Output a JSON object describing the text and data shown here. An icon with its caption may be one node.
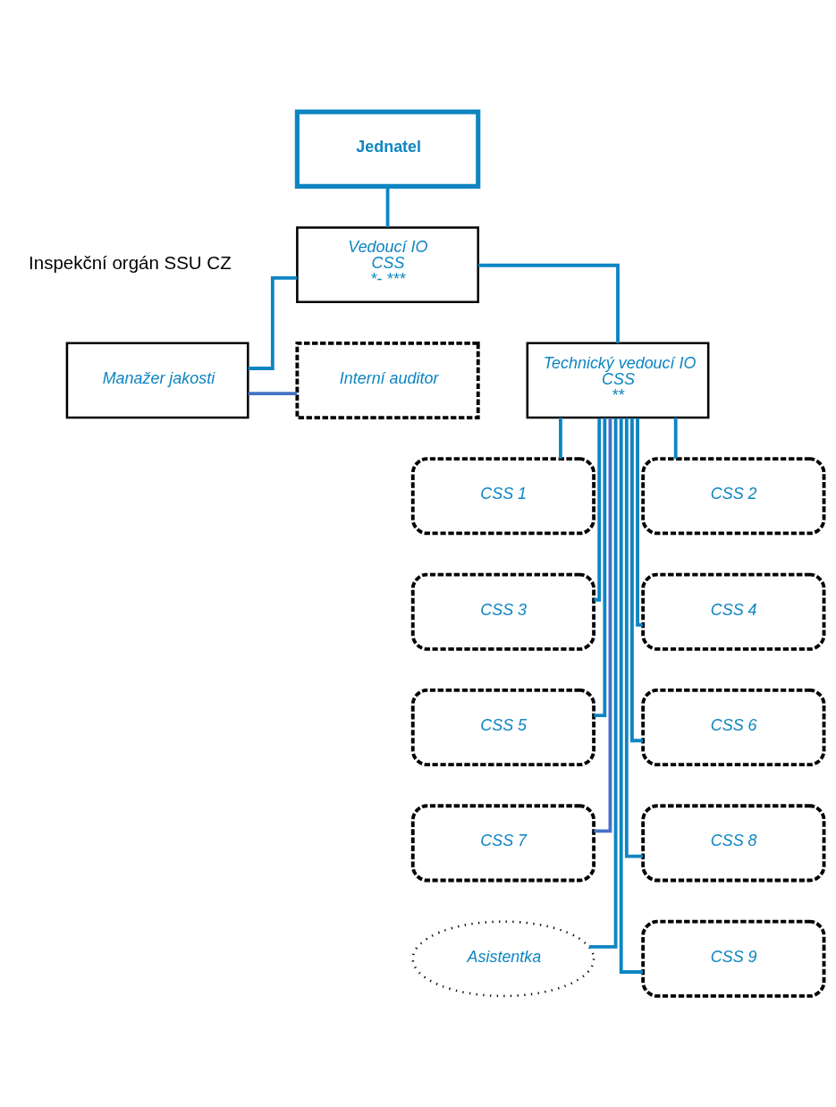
{
  "diagram": {
    "nodes": [
      {
        "text": [
          "Jednatel"
        ]
      },
      {
        "text": [
          "Vedoucí IO",
          "CSS",
          "*- ***"
        ]
      },
      {
        "text": [
          "Manažer jakosti"
        ]
      },
      {
        "text": [
          "Interní auditor"
        ]
      },
      {
        "text": [
          "Technický vedoucí IO",
          "CSS",
          "**"
        ]
      },
      {
        "text": [
          "CSS 1"
        ]
      },
      {
        "text": [
          "CSS 2"
        ]
      },
      {
        "text": [
          "CSS 3"
        ]
      },
      {
        "text": [
          "CSS 4"
        ]
      },
      {
        "text": [
          "CSS 5"
        ]
      },
      {
        "text": [
          "CSS 6"
        ]
      },
      {
        "text": [
          "CSS 7"
        ]
      },
      {
        "text": [
          "CSS 8"
        ]
      },
      {
        "text": [
          "Asistentka"
        ]
      },
      {
        "text": [
          "CSS 9"
        ]
      }
    ],
    "edges": [
      {
        "from": 0,
        "to": 1,
        "arrow": "none"
      },
      {
        "from": 1,
        "to": 4,
        "arrow": "none"
      },
      {
        "from": 1,
        "to": 2,
        "arrow": "none"
      },
      {
        "from": 2,
        "to": 3,
        "arrow": "none",
        "color": "#4472c4"
      },
      {
        "from": 4,
        "to": 5,
        "arrow": "none"
      },
      {
        "from": 4,
        "to": 6,
        "arrow": "none"
      },
      {
        "from": 4,
        "to": 7,
        "arrow": "none"
      },
      {
        "from": 4,
        "to": 8,
        "arrow": "none"
      },
      {
        "from": 4,
        "to": 9,
        "arrow": "none"
      },
      {
        "from": 4,
        "to": 10,
        "arrow": "none"
      },
      {
        "from": 4,
        "to": 11,
        "arrow": "none",
        "color": "#4472c4"
      },
      {
        "from": 4,
        "to": 12,
        "arrow": "none"
      },
      {
        "from": 4,
        "to": 13,
        "arrow": "none"
      },
      {
        "from": 4,
        "to": 14,
        "arrow": "none"
      }
    ],
    "labels": [
      "Inspekční orgán SSU CZ"
    ]
  }
}
